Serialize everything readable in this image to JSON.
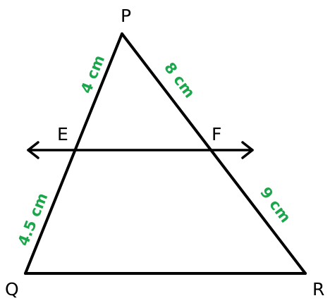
{
  "diagram": {
    "points": {
      "p": "P",
      "q": "Q",
      "r": "R",
      "e": "E",
      "f": "F"
    },
    "measurements": {
      "pe": "4 cm",
      "pf": "8 cm",
      "eq": "4.5 cm",
      "fr": "9 cm"
    },
    "colors": {
      "lines": "#000000",
      "measurements": "#1aa64a"
    }
  }
}
